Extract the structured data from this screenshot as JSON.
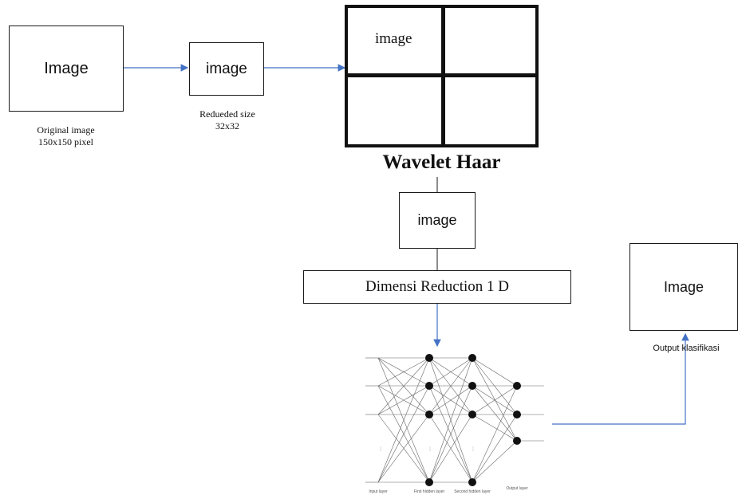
{
  "original": {
    "box_label": "Image",
    "caption_line1": "Original image",
    "caption_line2": "150x150 pixel"
  },
  "reduced": {
    "box_label": "image",
    "caption_line1": "Redueded size",
    "caption_line2": "32x32"
  },
  "wavelet": {
    "cell_label": "image",
    "title": "Wavelet Haar"
  },
  "after_wavelet": {
    "box_label": "image"
  },
  "reduction": {
    "label": "Dimensi Reduction 1 D"
  },
  "output": {
    "box_label": "Image",
    "caption": "Output klasifikasi"
  },
  "network": {
    "layer_labels": [
      "Input layer",
      "First hidden layer",
      "Second hidden layer",
      "Output layer"
    ]
  },
  "colors": {
    "arrow": "#4472c4",
    "line": "#1a1a1a"
  }
}
